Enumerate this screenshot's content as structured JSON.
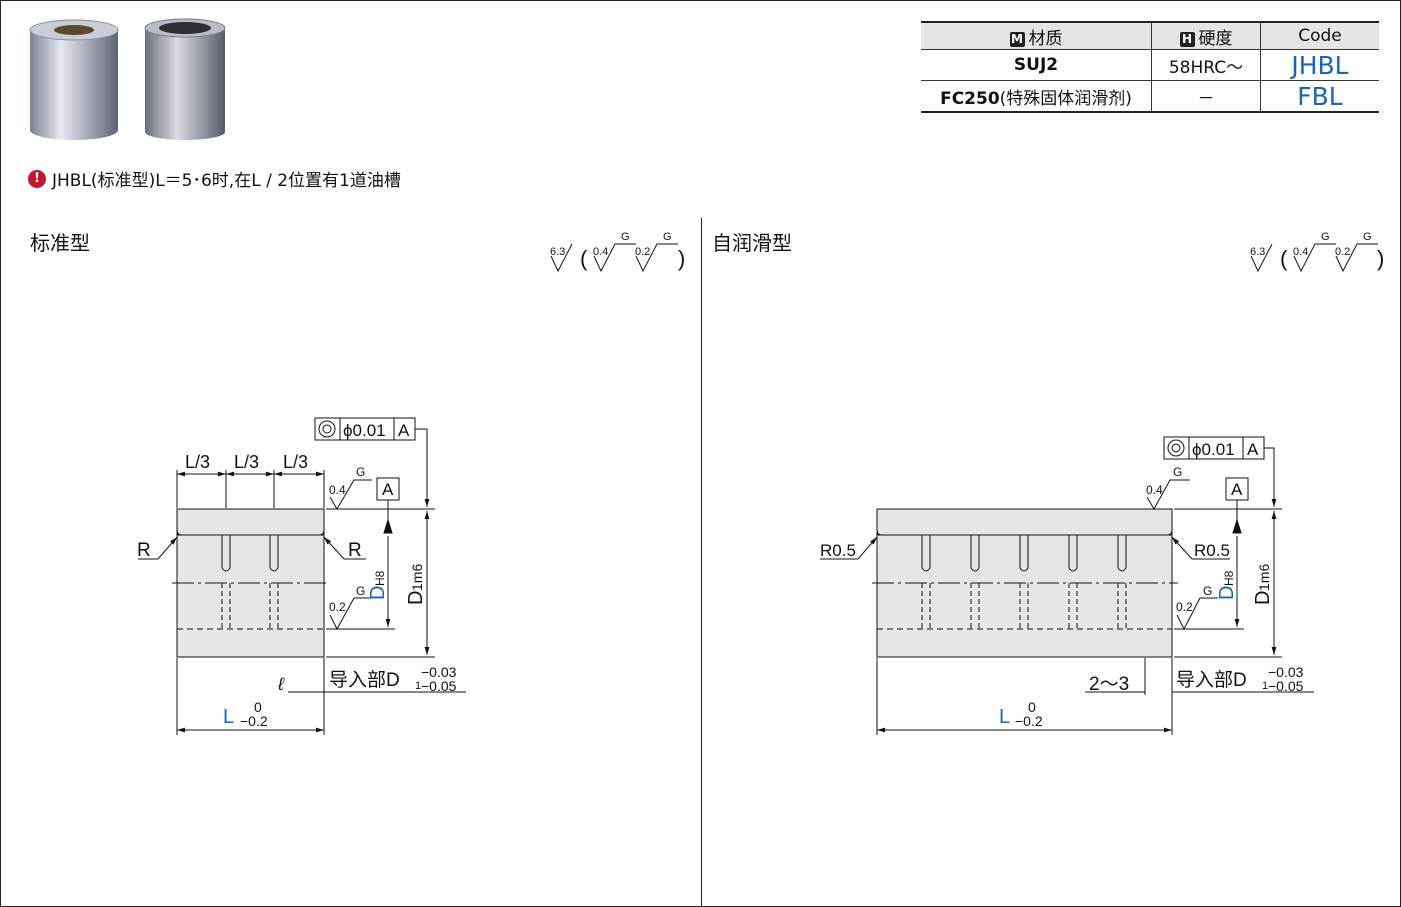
{
  "note": {
    "text": "JHBL(标准型)L＝5･6时,在L / 2位置有1道油槽"
  },
  "spec_table": {
    "header": {
      "material_badge": "M",
      "material": "材质",
      "hardness_badge": "H",
      "hardness": "硬度",
      "code": "Code"
    },
    "rows": [
      {
        "material": "SUJ2",
        "material_note": "",
        "hardness": "58HRC～",
        "code": "JHBL"
      },
      {
        "material": "FC250",
        "material_note": "(特殊固体润滑剂)",
        "hardness": "－",
        "code": "FBL"
      }
    ]
  },
  "standard": {
    "title": "标准型",
    "roughness": {
      "main": "6.3",
      "open_paren": "(",
      "close_paren": ")",
      "r1": "0.4",
      "r1_mark": "G",
      "r2": "0.2",
      "r2_mark": "G"
    },
    "tolerance_frame": {
      "symbol": "◎",
      "value": "ϕ0.01",
      "datum": "A"
    },
    "datum": "A",
    "divisions": [
      "L/3",
      "L/3",
      "L/3"
    ],
    "surface_top": {
      "value": "0.4",
      "mark": "G"
    },
    "surface_bore": {
      "value": "0.2",
      "mark": "G"
    },
    "left_radius": "R",
    "right_radius": "R",
    "bore_dim": {
      "letter": "D",
      "tol": "H8"
    },
    "outer_dim": {
      "letter": "D",
      "tol": "1m6"
    },
    "lead_in": {
      "label": "导入部D",
      "sub": "1",
      "upper": "−0.03",
      "lower": "−0.05"
    },
    "ell": "ℓ",
    "length": {
      "letter": "L",
      "upper": "0",
      "lower": "−0.2"
    }
  },
  "lubricated": {
    "title": "自润滑型",
    "roughness": {
      "main": "6.3",
      "open_paren": "(",
      "close_paren": ")",
      "r1": "0.4",
      "r1_mark": "G",
      "r2": "0.2",
      "r2_mark": "G"
    },
    "tolerance_frame": {
      "symbol": "◎",
      "value": "ϕ0.01",
      "datum": "A"
    },
    "datum": "A",
    "surface_top": {
      "value": "0.4",
      "mark": "G"
    },
    "surface_bore": {
      "value": "0.2",
      "mark": "G"
    },
    "left_radius": "R0.5",
    "right_radius": "R0.5",
    "bore_dim": {
      "letter": "D",
      "tol": "H8"
    },
    "outer_dim": {
      "letter": "D",
      "tol": "1m6"
    },
    "lead_in": {
      "label": "导入部D",
      "sub": "1",
      "upper": "−0.03",
      "lower": "−0.05"
    },
    "groove_spacing": "2～3",
    "length": {
      "letter": "L",
      "upper": "0",
      "lower": "−0.2"
    }
  },
  "colors": {
    "accent_blue": "#1a64b4",
    "note_red": "#c0182f"
  }
}
